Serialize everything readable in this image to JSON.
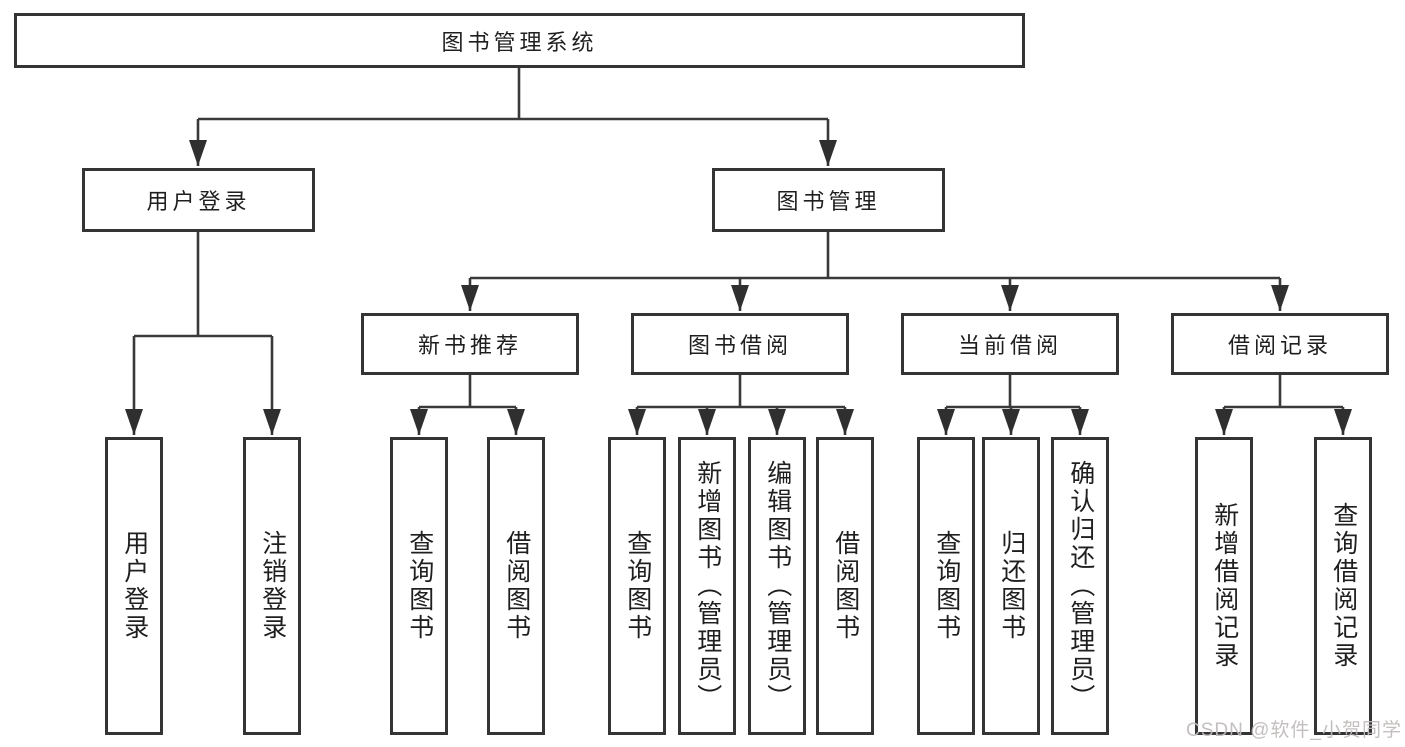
{
  "tree": {
    "label": "图书管理系统",
    "children": [
      {
        "label": "用户登录",
        "children": [
          {
            "label": "用户登录"
          },
          {
            "label": "注销登录"
          }
        ]
      },
      {
        "label": "图书管理",
        "children": [
          {
            "label": "新书推荐",
            "children": [
              {
                "label": "查询图书"
              },
              {
                "label": "借阅图书"
              }
            ]
          },
          {
            "label": "图书借阅",
            "children": [
              {
                "label": "查询图书"
              },
              {
                "label": "新增图书（管理员）"
              },
              {
                "label": "编辑图书（管理员）"
              },
              {
                "label": "借阅图书"
              }
            ]
          },
          {
            "label": "当前借阅",
            "children": [
              {
                "label": "查询图书"
              },
              {
                "label": "归还图书"
              },
              {
                "label": "确认归还（管理员）"
              }
            ]
          },
          {
            "label": "借阅记录",
            "children": [
              {
                "label": "新增借阅记录"
              },
              {
                "label": "查询借阅记录"
              }
            ]
          }
        ]
      }
    ]
  },
  "watermark": {
    "text": "CSDN @软件_小贺同学"
  },
  "colors": {
    "line": "#3a3a3a",
    "arrow": "#2f2f2f",
    "box_border": "#343434",
    "box_fill": "#ffffff",
    "text": "#1f1f1f",
    "watermark": "#c1bcbc"
  }
}
